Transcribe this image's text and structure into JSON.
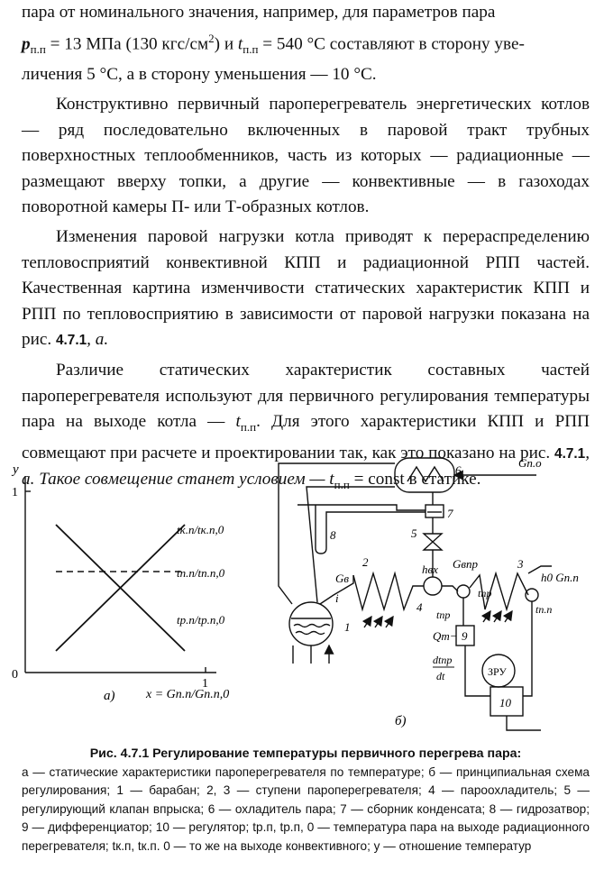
{
  "text": {
    "p0_a": "пара от номинального значения, например, для параметров пара",
    "p0_b1": "p",
    "p0_b1_sub": "п.п",
    "p0_b2": " = 13 МПа (130 кгс/см",
    "p0_b2_sup": "2",
    "p0_b3": ") и ",
    "p0_b4": "t",
    "p0_b4_sub": "п.п",
    "p0_b5": " = 540 °С составляют в сторону уве-",
    "p0_c": "личения 5 °С, а в сторону уменьшения — 10 °С.",
    "p1": "Конструктивно первичный пароперегреватель энергетических котлов — ряд последовательно включенных в паровой тракт трубных поверхностных теплообменников, часть из которых — радиационные — размещают вверху топки, а другие — конвективные — в газоходах поворотной камеры П- или Т-образных котлов.",
    "p2_a": "Изменения паровой нагрузки котла приводят к перераспределению тепловосприятий конвективной КПП и радиационной РПП частей. Качественная картина изменчивости статических характеристик КПП и РПП по тепловосприятию в зависимости от паровой нагрузки показана на рис.",
    "p2_ref": "4.7.1",
    "p2_b": ", а.",
    "p3_a": "Различие статических характеристик составных частей пароперегревателя используют для первичного регулирования температуры пара на выходе котла —",
    "p3_t": "t",
    "p3_tsub": "п.п",
    "p3_b": ". Для этого характеристики КПП и РПП совмещают при расчете и проектировании так, как это показано на рис.",
    "p3_ref": "4.7.1",
    "p3_c": ", а. Такое совмещение станет условием —",
    "p3_t2": "t",
    "p3_t2sub": "п.п",
    "p3_d": " = const в статике."
  },
  "figure_a": {
    "axis_y": "y",
    "axis_zero": "0",
    "tick_1y": "1",
    "tick_1x": "1",
    "lbl_k": "tк.п/tк.п,0",
    "lbl_pp": "tп.п/tп.п,0",
    "lbl_r": "tр.п/tр.п,0",
    "panel": "а)",
    "xexpr": "x = Gп.п/Gп.п,0"
  },
  "figure_b": {
    "panel": "б)",
    "n1": "1",
    "n2": "2",
    "n3": "3",
    "n4": "4",
    "n5": "5",
    "n6": "6",
    "n7": "7",
    "n8": "8",
    "n9": "9",
    "n10": "10",
    "G_po": "Gп.о",
    "G_v": "Gв",
    "i": "i",
    "h_vx": "hвх",
    "G_vpr": "Gвпр",
    "h0Gpp": "h0 Gп.п",
    "t_pr1": "tпр",
    "t_pr2": "tпр",
    "t_pp": "tп.п",
    "Q_t": "Qт−",
    "dt_num": "dtпр",
    "dt_den": "dt",
    "zru": "ЗРУ"
  },
  "caption": {
    "title": "Рис. 4.7.1 Регулирование температуры первичного перегрева пара:",
    "body": "а — статические характеристики пароперегревателя по температуре; б — принципиальная схема регулирования; 1 — барабан; 2, 3 — ступени пароперегревателя; 4 — пароохладитель; 5 — регулирующий клапан впрыска; 6 — охладитель пара; 7 — сборник конденсата; 8 — гидрозатвор; 9 — дифференциатор; 10 — регулятор; tр.п, tр.п, 0 — температура пара на выходе радиационного перегревателя; tк.п, tк.п. 0 — то же на выходе конвективного; y — отношение температур"
  }
}
